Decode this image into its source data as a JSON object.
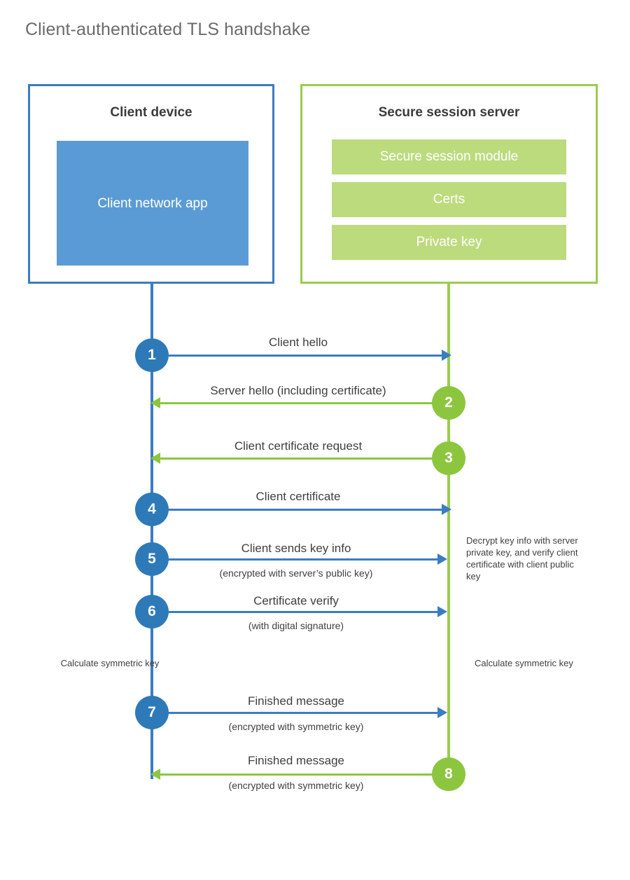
{
  "title": "Client-authenticated TLS handshake",
  "colors": {
    "blue_border": "#3b7cc2",
    "blue_fill": "#5b9bd5",
    "blue_circle": "#2e7ab8",
    "green_border": "#9acc4e",
    "green_fill": "#bcdb7d",
    "green_circle": "#8cc63f",
    "text": "#3f3f3f",
    "title_text": "#6b6b6b"
  },
  "actors": {
    "client": {
      "title": "Client device",
      "app_label": "Client network app"
    },
    "server": {
      "title": "Secure session server",
      "items": [
        {
          "label": "Secure session module"
        },
        {
          "label": "Certs"
        },
        {
          "label": "Private key"
        }
      ]
    }
  },
  "steps": [
    {
      "number": "1",
      "label": "Client hello",
      "sub": "",
      "direction": "client-to-server",
      "color": "blue"
    },
    {
      "number": "2",
      "label": "Server hello (including certificate)",
      "sub": "",
      "direction": "server-to-client",
      "color": "green"
    },
    {
      "number": "3",
      "label": "Client certificate request",
      "sub": "",
      "direction": "server-to-client",
      "color": "green"
    },
    {
      "number": "4",
      "label": "Client certificate",
      "sub": "",
      "direction": "client-to-server",
      "color": "blue"
    },
    {
      "number": "5",
      "label": "Client sends key info",
      "sub": "(encrypted with server’s public key)",
      "direction": "client-to-server",
      "color": "blue"
    },
    {
      "number": "6",
      "label": "Certificate verify",
      "sub": "(with digital signature)",
      "direction": "client-to-server",
      "color": "blue"
    },
    {
      "number": "7",
      "label": "Finished message",
      "sub": "(encrypted with symmetric key)",
      "direction": "client-to-server",
      "color": "blue"
    },
    {
      "number": "8",
      "label": "Finished message",
      "sub": "(encrypted with symmetric key)",
      "direction": "server-to-client",
      "color": "green"
    }
  ],
  "notes": {
    "server_decrypt": "Decrypt key info with server private key, and verify client certificate with client public key",
    "client_calc": "Calculate symmetric key",
    "server_calc": "Calculate symmetric key"
  }
}
